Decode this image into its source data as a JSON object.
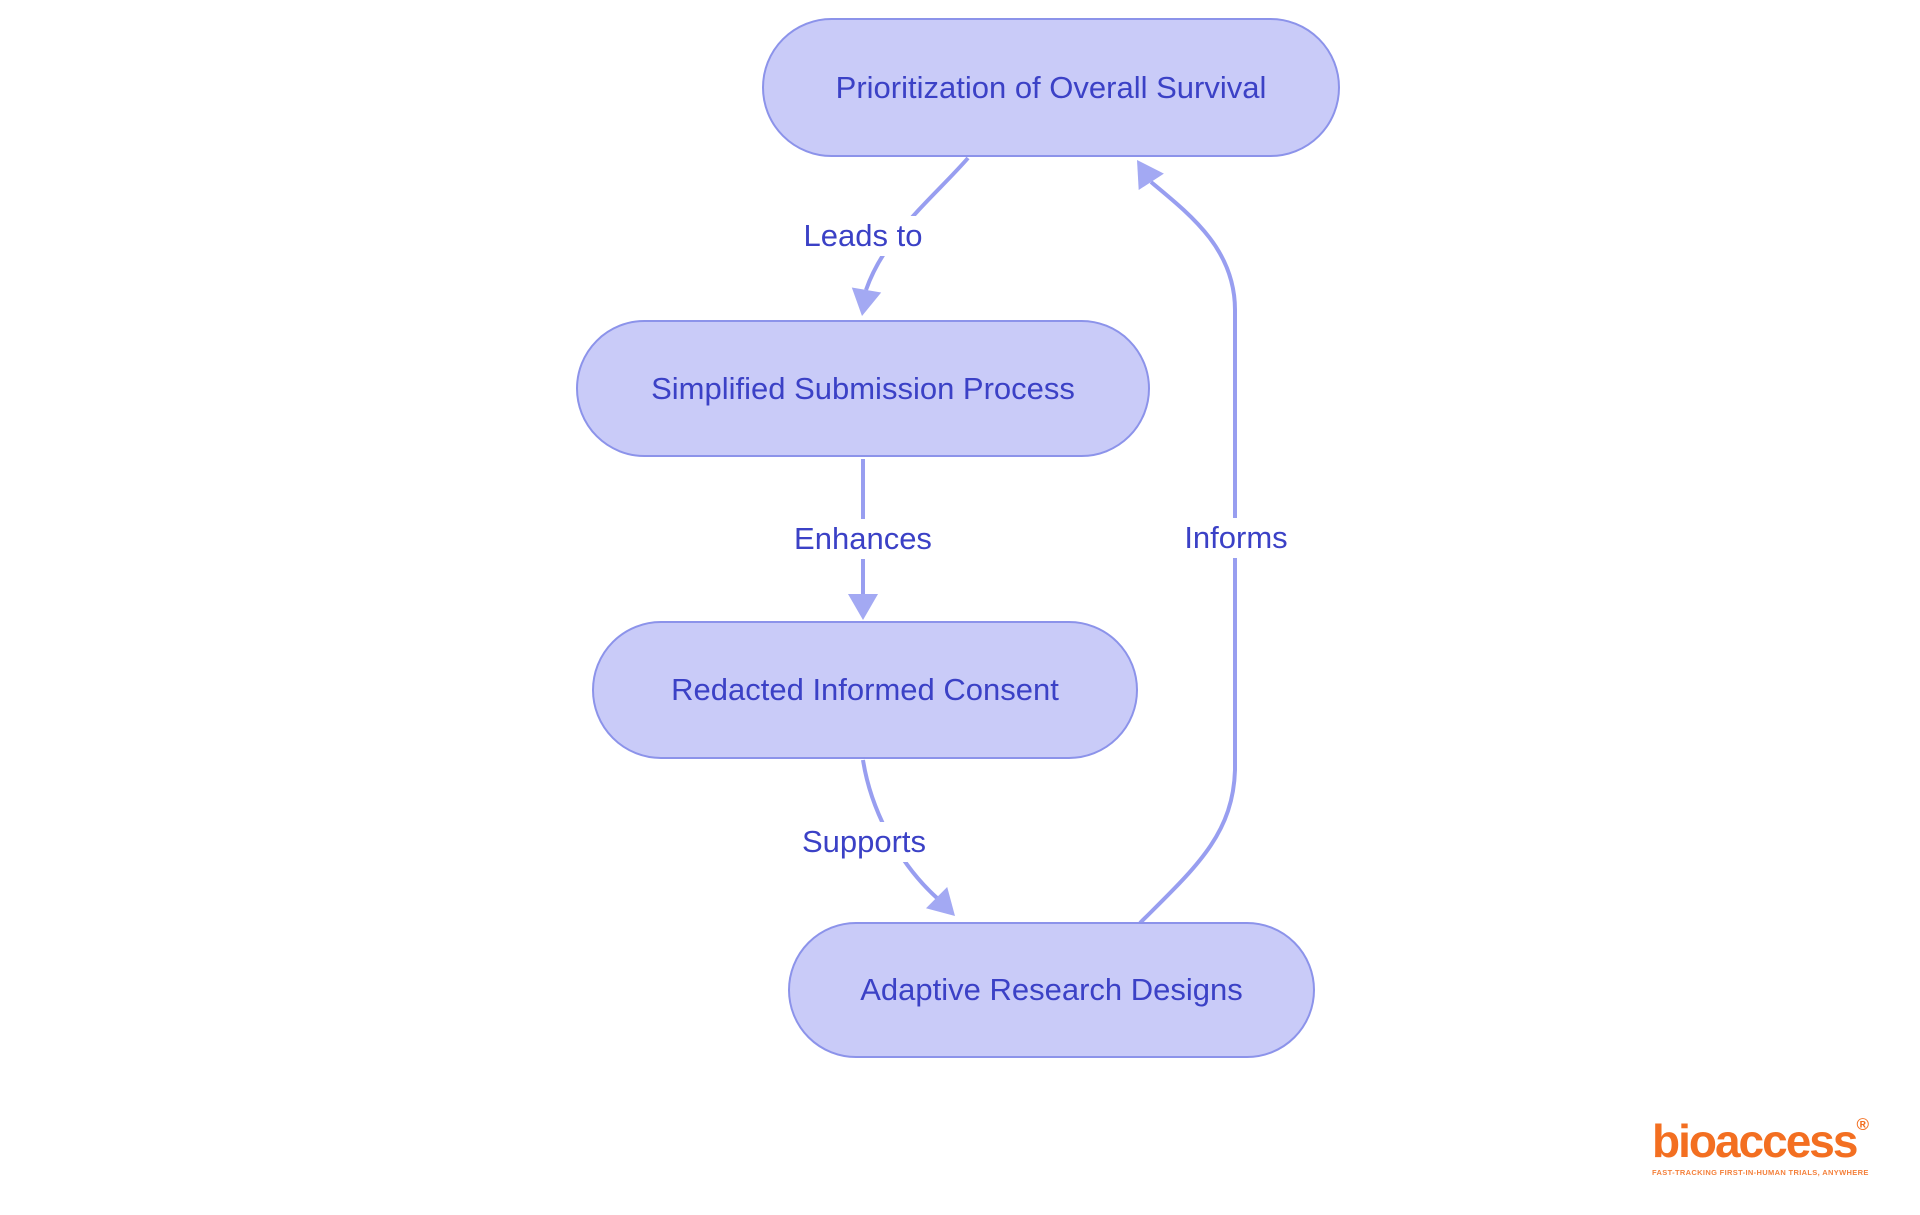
{
  "diagram": {
    "type": "flowchart",
    "nodes": [
      {
        "id": "n1",
        "label": "Prioritization of Overall Survival"
      },
      {
        "id": "n2",
        "label": "Simplified Submission Process"
      },
      {
        "id": "n3",
        "label": "Redacted Informed Consent"
      },
      {
        "id": "n4",
        "label": "Adaptive Research Designs"
      }
    ],
    "edges": [
      {
        "from": "n1",
        "to": "n2",
        "label": "Leads to"
      },
      {
        "from": "n2",
        "to": "n3",
        "label": "Enhances"
      },
      {
        "from": "n3",
        "to": "n4",
        "label": "Supports"
      },
      {
        "from": "n4",
        "to": "n1",
        "label": "Informs"
      }
    ],
    "colors": {
      "node_fill": "#C9CBF8",
      "node_border": "#8C93EA",
      "node_text": "#3B41C6",
      "edge_line": "#989EF0",
      "arrowhead": "#A3A9F3",
      "edge_label_text": "#3B41C6",
      "background": "#FFFFFF"
    }
  },
  "branding": {
    "logo_text": "bioaccess",
    "registered_mark": "®",
    "tagline": "FAST-TRACKING FIRST-IN-HUMAN TRIALS, ANYWHERE",
    "logo_color": "#F36F21"
  }
}
